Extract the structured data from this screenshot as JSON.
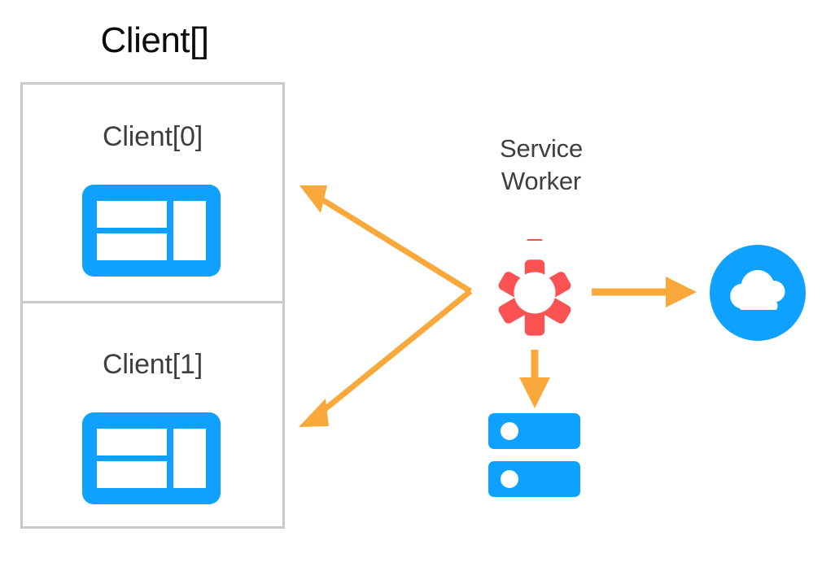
{
  "diagram": {
    "title": "Client[]",
    "service_worker_title_line1": "Service",
    "service_worker_title_line2": "Worker",
    "clients": [
      {
        "label": "Client[0]",
        "icon": "browser-window-icon"
      },
      {
        "label": "Client[1]",
        "icon": "browser-window-icon"
      }
    ],
    "nodes": {
      "service_worker_icon": "gear-icon",
      "network_icon": "cloud-icon",
      "storage_icon": "server-icon"
    },
    "connections": [
      {
        "name": "sw-to-client0",
        "from": "service-worker",
        "to": "client-0",
        "direction": "left-up"
      },
      {
        "name": "sw-to-client1",
        "from": "service-worker",
        "to": "client-1",
        "direction": "left-down"
      },
      {
        "name": "sw-to-cloud",
        "from": "service-worker",
        "to": "cloud",
        "direction": "right"
      },
      {
        "name": "sw-to-storage",
        "from": "service-worker",
        "to": "storage",
        "direction": "down"
      }
    ],
    "colors": {
      "blue": "#0FA1FF",
      "red": "#FA5252",
      "orange": "#F9A93C",
      "border_gray": "#C9C9C9",
      "text_dark": "#3C4043",
      "title_black": "#0B0B0B",
      "background": "#FFFFFF"
    }
  }
}
